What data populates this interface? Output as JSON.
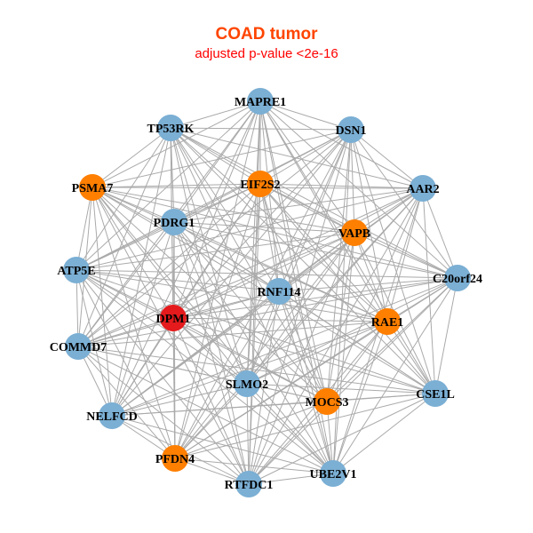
{
  "title": "COAD tumor",
  "subtitle": "adjusted p-value <2e-16",
  "colors": {
    "title": "#FF4500",
    "subtitle": "#FF0000",
    "blue": "#7BAFD4",
    "orange": "#FF7F00",
    "red": "#E41A1C",
    "edge": "#AAAAAA"
  },
  "nodes": [
    {
      "id": "MAPRE1",
      "color": "blue"
    },
    {
      "id": "TP53RK",
      "color": "blue"
    },
    {
      "id": "DSN1",
      "color": "blue"
    },
    {
      "id": "PSMA7",
      "color": "orange"
    },
    {
      "id": "EIF2S2",
      "color": "orange"
    },
    {
      "id": "AAR2",
      "color": "blue"
    },
    {
      "id": "PDRG1",
      "color": "blue"
    },
    {
      "id": "VAPB",
      "color": "orange"
    },
    {
      "id": "ATP5E",
      "color": "blue"
    },
    {
      "id": "C20orf24",
      "color": "blue"
    },
    {
      "id": "RNF114",
      "color": "blue"
    },
    {
      "id": "DPM1",
      "color": "red"
    },
    {
      "id": "RAE1",
      "color": "orange"
    },
    {
      "id": "COMMD7",
      "color": "blue"
    },
    {
      "id": "SLMO2",
      "color": "blue"
    },
    {
      "id": "MOCS3",
      "color": "orange"
    },
    {
      "id": "CSE1L",
      "color": "blue"
    },
    {
      "id": "NELFCD",
      "color": "blue"
    },
    {
      "id": "PFDN4",
      "color": "orange"
    },
    {
      "id": "UBE2V1",
      "color": "blue"
    },
    {
      "id": "RTFDC1",
      "color": "blue"
    }
  ],
  "edges": "all-pairs"
}
